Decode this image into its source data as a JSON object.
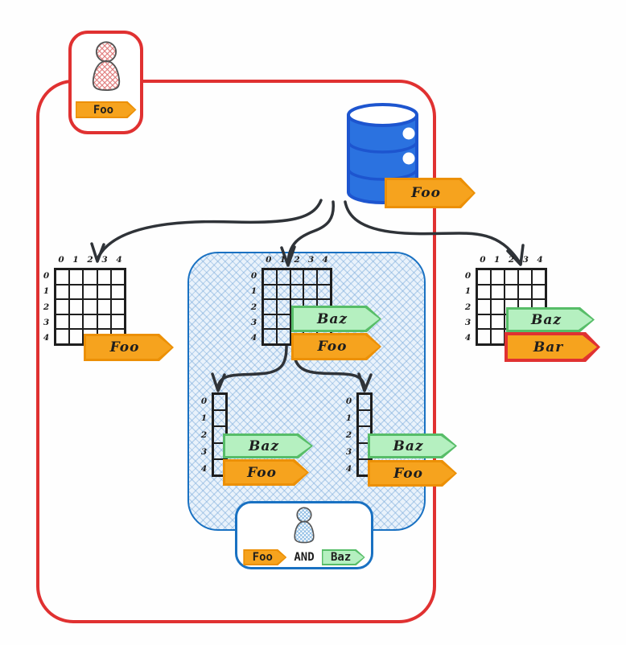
{
  "colors": {
    "red": "#e03131",
    "orange_fill": "#f6a31e",
    "orange_stroke": "#ec9006",
    "green_fill": "#b5f0c0",
    "green_stroke": "#57bd68",
    "blue": "#1971c2",
    "db_fill": "#2b72e0",
    "db_stroke": "#1d55cf",
    "ink": "#1e1e1e",
    "connector": "#2f3338",
    "hatch_red": "#e07a7a",
    "hatch_blue": "#74aede"
  },
  "axis": [
    "0",
    "1",
    "2",
    "3",
    "4"
  ],
  "actor_badge": {
    "tag": "Foo"
  },
  "database": {
    "tag": "Foo"
  },
  "left_grid": {
    "tag_foo": "Foo"
  },
  "center_box": {
    "grid": {
      "tag_baz": "Baz",
      "tag_foo": "Foo"
    },
    "left_array": {
      "tag_baz": "Baz",
      "tag_foo": "Foo"
    },
    "right_array": {
      "tag_baz": "Baz",
      "tag_foo": "Foo"
    },
    "result_badge": {
      "tag_foo": "Foo",
      "operator": "AND",
      "tag_baz": "Baz"
    }
  },
  "right_grid": {
    "tag_baz": "Baz",
    "tag_bar": "Bar"
  }
}
